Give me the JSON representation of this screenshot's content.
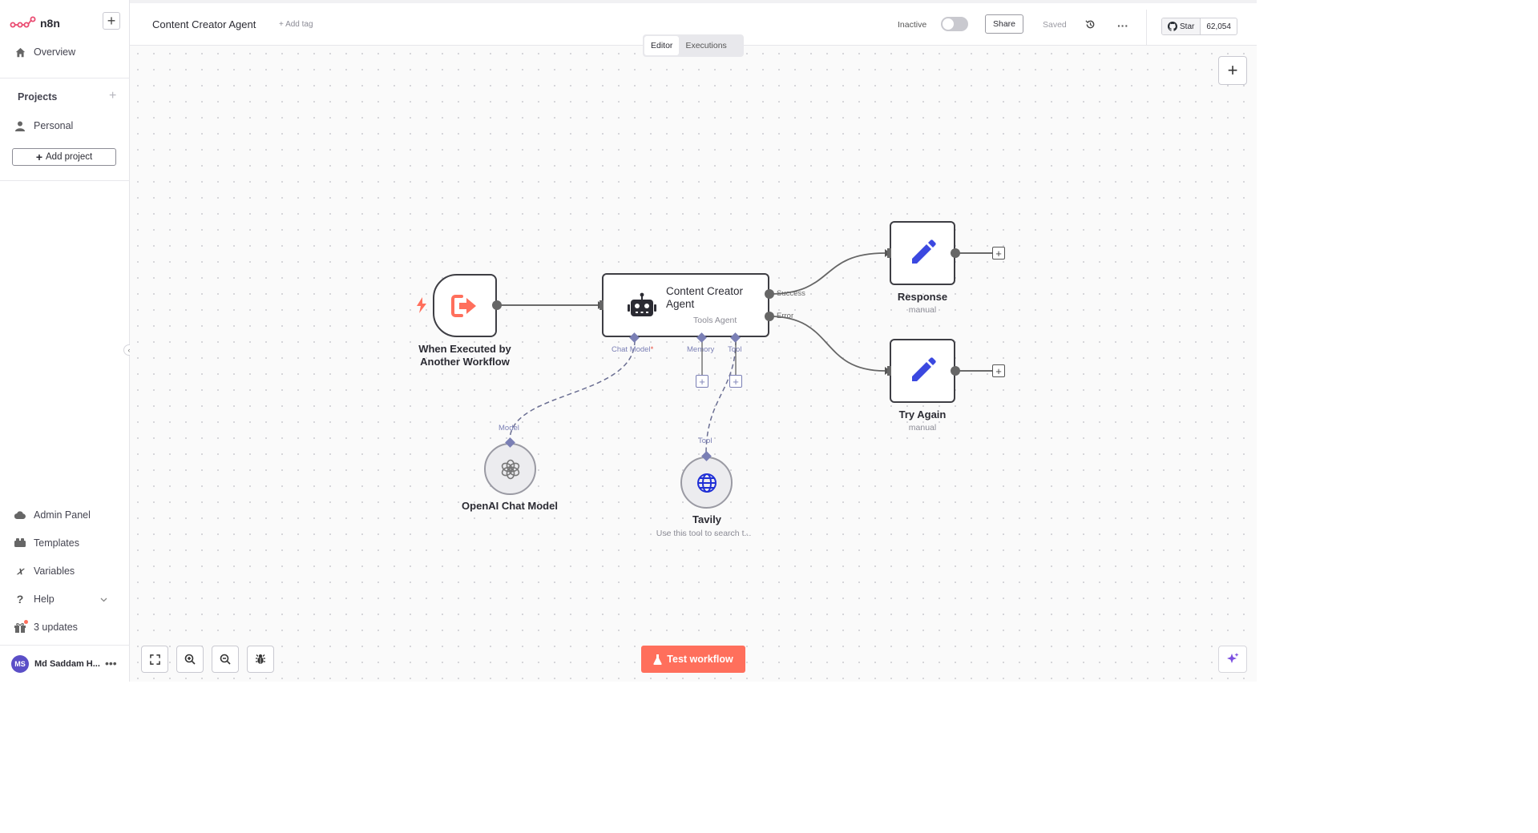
{
  "app": {
    "logo_text": "n8n"
  },
  "sidebar": {
    "overview_label": "Overview",
    "projects_title": "Projects",
    "personal_label": "Personal",
    "add_project_label": "Add project",
    "bottom_items": [
      {
        "label": "Admin Panel",
        "icon": "cloud-icon"
      },
      {
        "label": "Templates",
        "icon": "templates-icon"
      },
      {
        "label": "Variables",
        "icon": "variables-icon"
      },
      {
        "label": "Help",
        "icon": "help-icon"
      },
      {
        "label": "3 updates",
        "icon": "gift-icon"
      }
    ],
    "user": {
      "initials": "MS",
      "name": "Md Saddam H..."
    }
  },
  "header": {
    "workflow_title": "Content Creator Agent",
    "add_tag_label": "+ Add tag",
    "status_label": "Inactive",
    "active": false,
    "share_label": "Share",
    "saved_label": "Saved",
    "github_star_label": "Star",
    "github_star_count": "62,054"
  },
  "tabs": [
    {
      "label": "Editor",
      "active": true
    },
    {
      "label": "Executions",
      "active": false
    }
  ],
  "nodes": {
    "trigger": {
      "title_line1": "When Executed by",
      "title_line2": "Another Workflow"
    },
    "agent": {
      "title_line1": "Content Creator",
      "title_line2": "Agent",
      "subtitle": "Tools Agent",
      "ports": {
        "chat_model": "Chat Model",
        "required_mark": "*",
        "memory": "Memory",
        "tool": "Tool"
      },
      "outputs": {
        "success": "Success",
        "error": "Error"
      }
    },
    "response": {
      "title": "Response",
      "subtitle": "manual"
    },
    "try_again": {
      "title": "Try Again",
      "subtitle": "manual"
    },
    "openai": {
      "title": "OpenAI Chat Model",
      "port": "Model"
    },
    "tavily": {
      "title": "Tavily",
      "subtitle": "Use this tool to search t...",
      "port": "Tool"
    }
  },
  "controls": {
    "test_workflow_label": "Test workflow"
  },
  "colors": {
    "accent": "#ff6f5c",
    "node_border": "#3e3e44",
    "edit_icon": "#3b48e0",
    "sub_port": "#7a7fb5"
  }
}
